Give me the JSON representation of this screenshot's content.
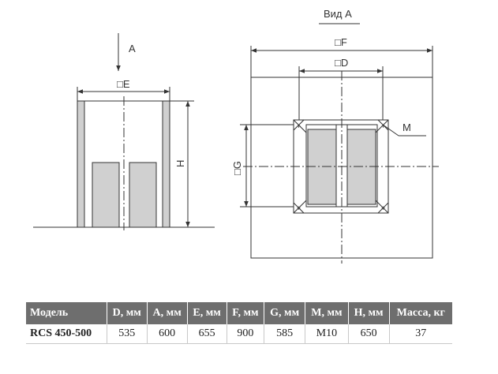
{
  "drawing": {
    "view_label": "Вид А",
    "arrow_label": "A",
    "dimensions": {
      "E": "□E",
      "H": "H",
      "F": "□F",
      "D": "□D",
      "G": "□G",
      "M": "M"
    }
  },
  "table": {
    "headers": [
      "Модель",
      "D, мм",
      "A, мм",
      "E, мм",
      "F, мм",
      "G, мм",
      "M, мм",
      "H, мм",
      "Масса, кг"
    ],
    "rows": [
      [
        "RCS 450-500",
        "535",
        "600",
        "655",
        "900",
        "585",
        "M10",
        "650",
        "37"
      ]
    ]
  },
  "colors": {
    "line": "#333333",
    "fill_gray": "#d0d0d0",
    "header_bg": "#6e6e6e"
  }
}
